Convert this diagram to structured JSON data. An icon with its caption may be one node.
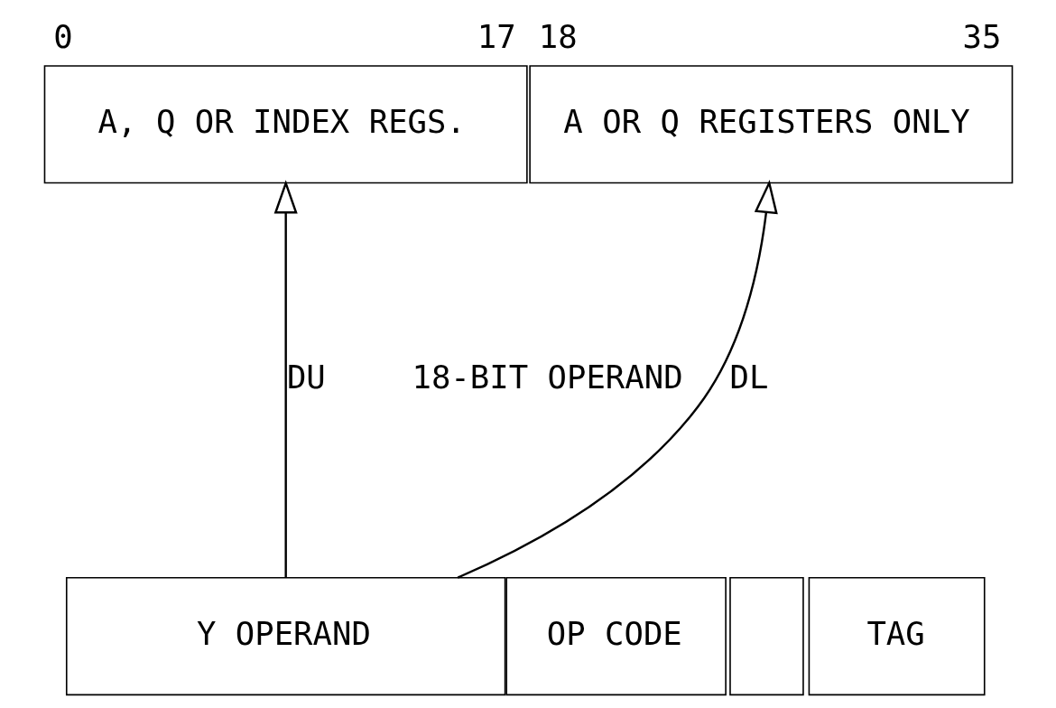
{
  "diagram": {
    "nodes": [
      {
        "text": [
          "A, Q OR INDEX REGS."
        ],
        "beside": [
          "0",
          "17"
        ]
      },
      {
        "text": [
          "A OR Q REGISTERS ONLY"
        ],
        "beside": [
          "18",
          "35"
        ]
      },
      {
        "text": [
          "Y OPERAND"
        ]
      },
      {
        "text": [
          "OP CODE"
        ]
      },
      {
        "text": [],
        "shape": "box"
      },
      {
        "text": [
          "TAG"
        ]
      }
    ],
    "edges": [
      {
        "from": 2,
        "to": 0,
        "arrow": "to",
        "label": "DU"
      },
      {
        "from": 2,
        "to": 1,
        "arrow": "to",
        "label": "DL"
      }
    ],
    "labels": [
      "18-BIT OPERAND"
    ]
  }
}
